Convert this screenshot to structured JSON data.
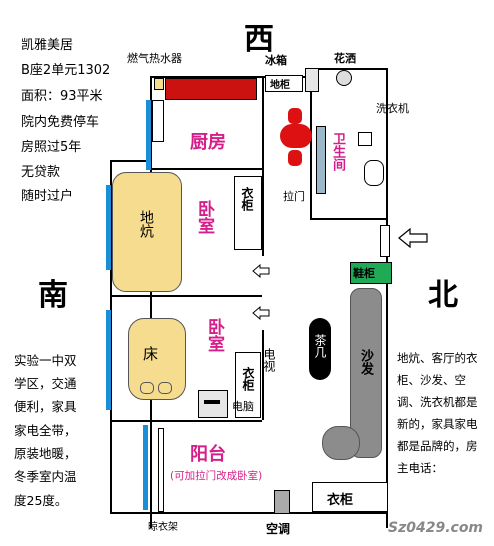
{
  "listing_info": [
    "凯雅美居",
    "B座2单元1302",
    "面积：93平米",
    "院内免费停车",
    "房照过5年",
    "无贷款",
    "随时过户"
  ],
  "compass": {
    "west": "西",
    "south": "南",
    "north": "北"
  },
  "rooms": {
    "kitchen": "厨房",
    "bedroom1": "卧室",
    "bedroom2": "卧室",
    "bathroom": "卫生间",
    "balcony": "阳台"
  },
  "furniture": {
    "water_heater": "燃气热水器",
    "fridge": "冰箱",
    "shower": "花洒",
    "floor_cabinet": "地柜",
    "washer": "洗衣机",
    "kang": "地炕",
    "wardrobe1": "衣柜",
    "wardrobe2": "衣柜",
    "wardrobe3": "衣柜",
    "sliding_door": "拉门",
    "shoe_cabinet": "鞋柜",
    "tea_table": "茶几",
    "sofa": "沙发",
    "tv": "电视",
    "bed": "床",
    "computer": "电脑",
    "drying_rack": "晾衣架",
    "air_conditioner": "空调"
  },
  "balcony_note": "(可加拉门改成卧室)",
  "left_note": [
    "实验一中双",
    "学区，交通",
    "便利，家具",
    "家电全带，",
    "原装地暖，",
    "冬季室内温",
    "度25度。"
  ],
  "right_note": [
    "地炕、客厅的衣",
    "柜、沙发、空",
    "调、洗衣机都是",
    "新的，家具家电",
    "都是品牌的，房",
    "主电话："
  ],
  "watermark": "Sz0429.com",
  "colors": {
    "room_label": "#d61e8a",
    "window_blue": "#1a8fd8",
    "kang_fill": "#f6dc8e",
    "fridge_red": "#cc1111",
    "shoe_cabinet_green": "#1faa55",
    "sofa_gray": "#8c8c8c"
  }
}
